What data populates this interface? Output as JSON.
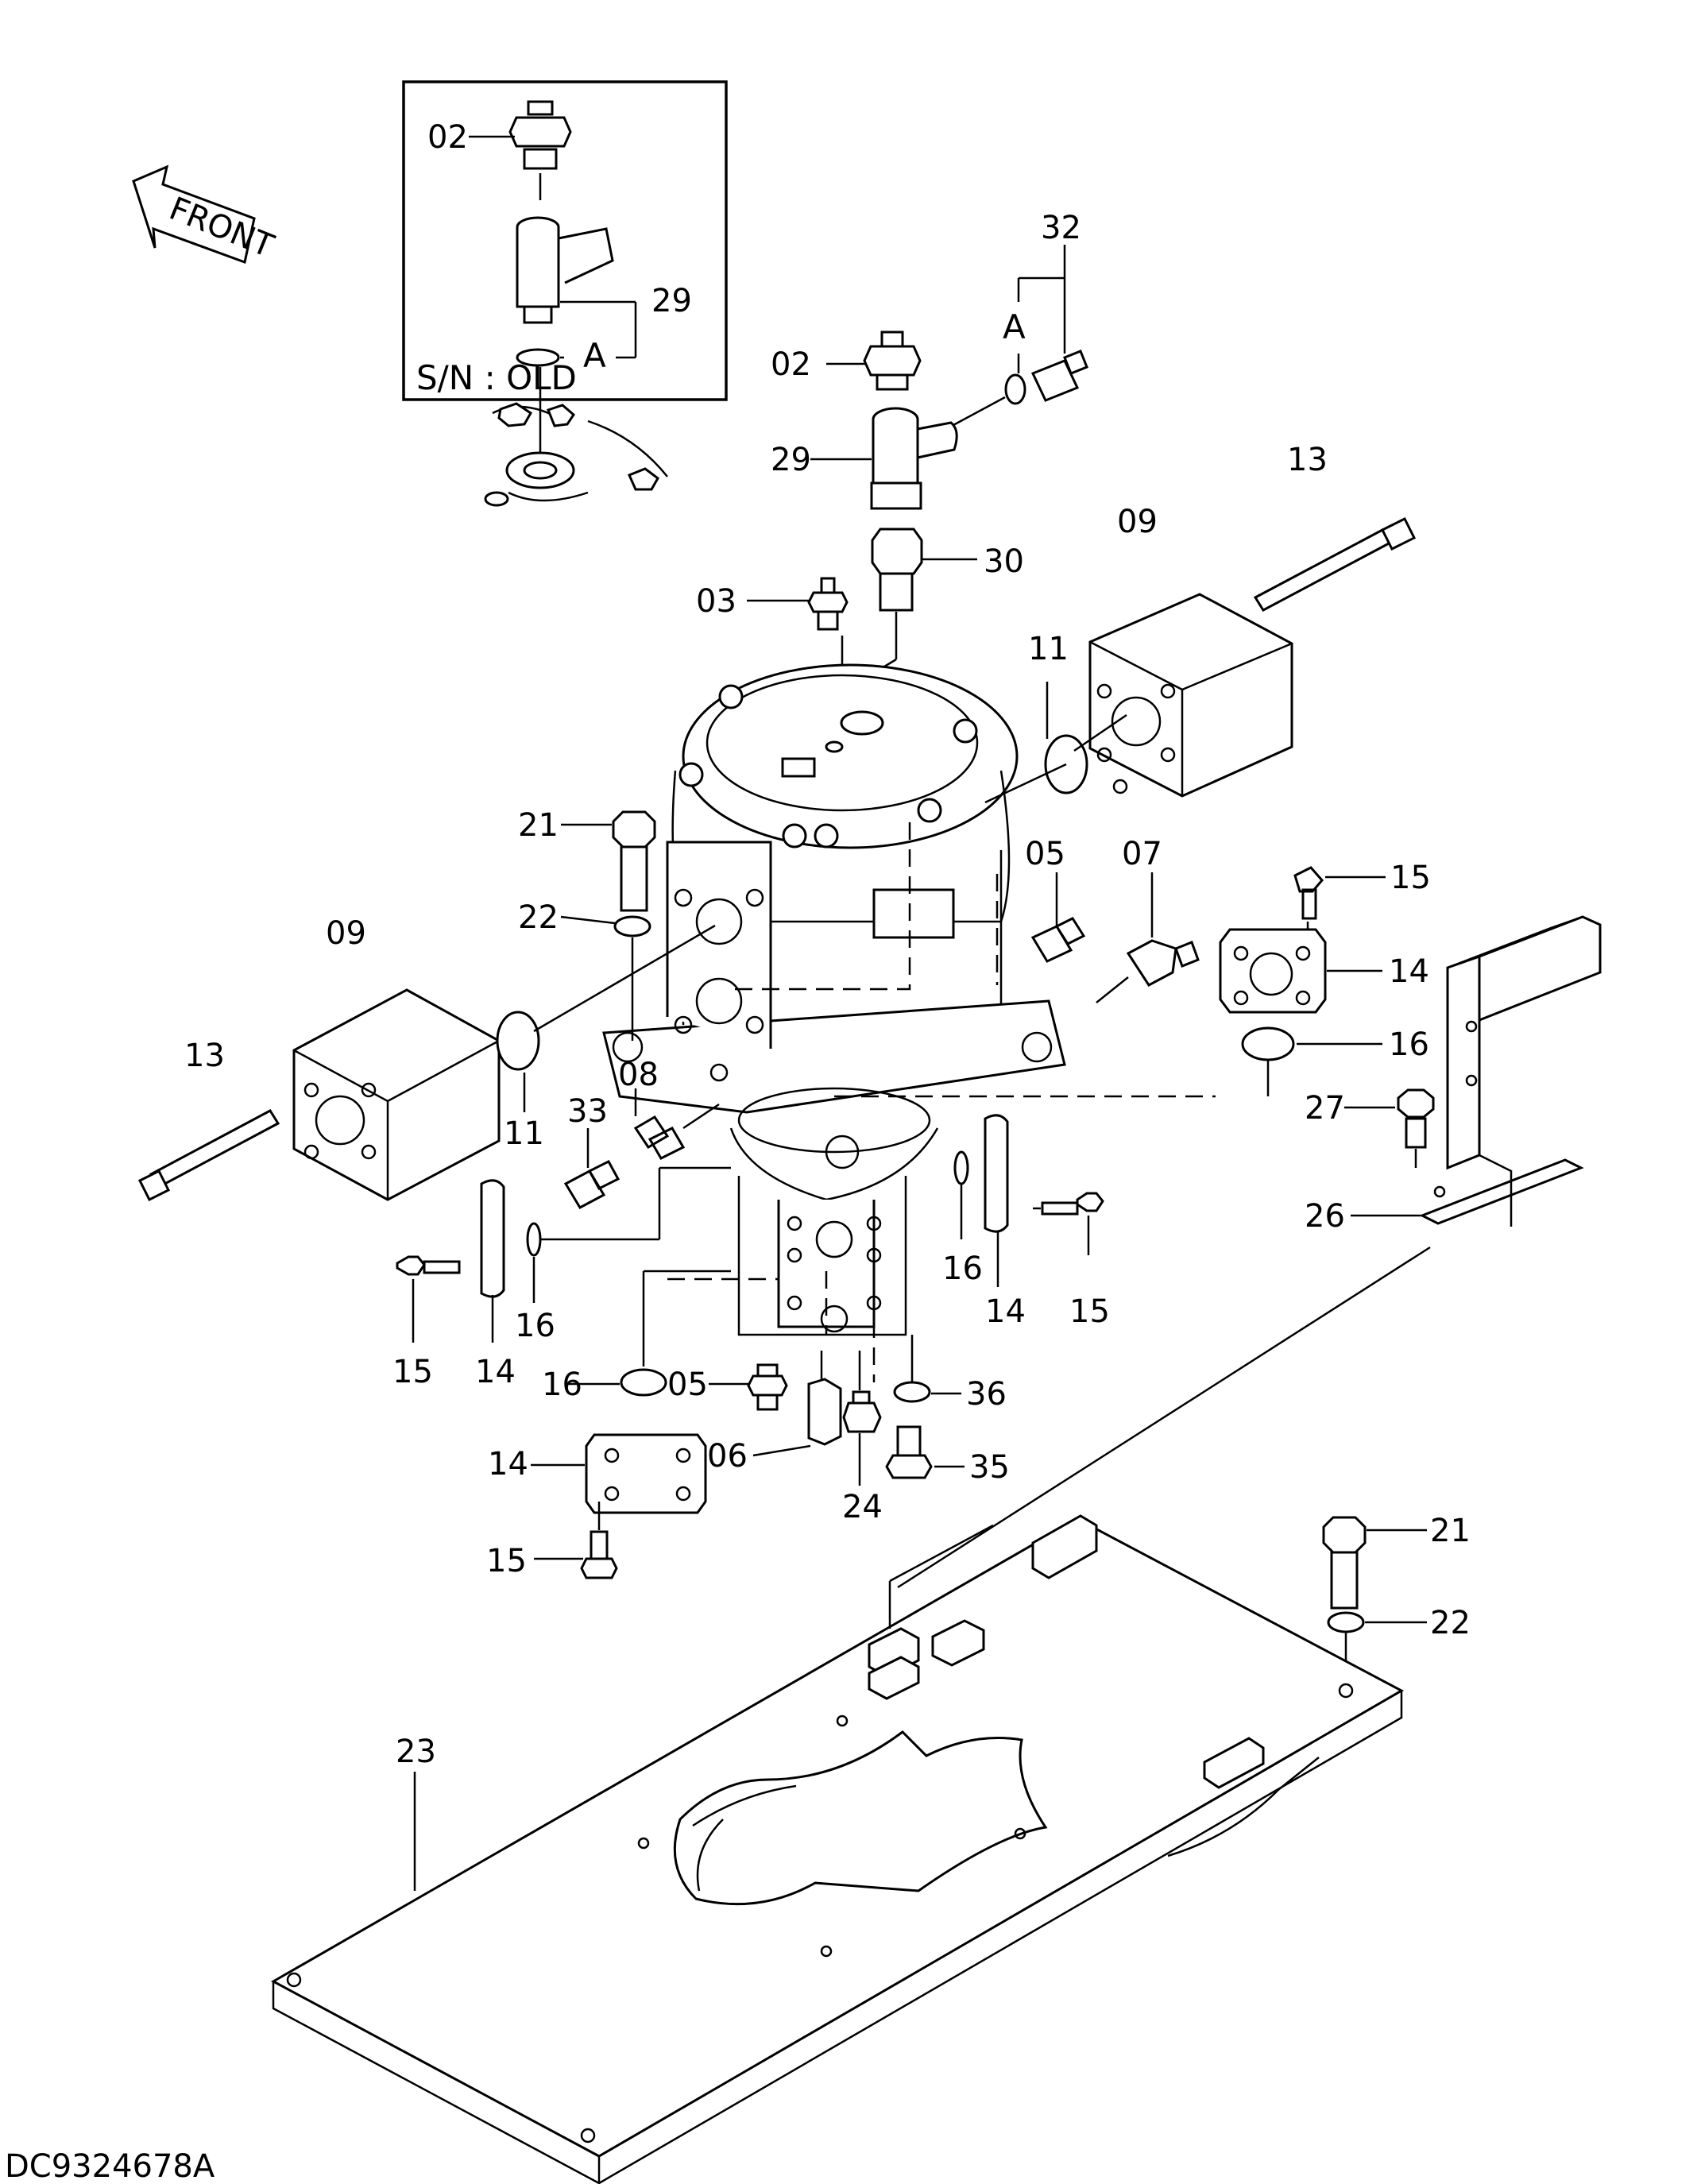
{
  "figure": {
    "code": "DC9324678A",
    "front_label": "FRONT",
    "inset_label": "S/N : OLD",
    "view_a": "A"
  },
  "callouts": [
    {
      "id": "c01",
      "text": "02"
    },
    {
      "id": "c02",
      "text": "29"
    },
    {
      "id": "c03",
      "text": "A"
    },
    {
      "id": "c04",
      "text": "32"
    },
    {
      "id": "c05",
      "text": "A"
    },
    {
      "id": "c06",
      "text": "02"
    },
    {
      "id": "c07",
      "text": "29"
    },
    {
      "id": "c08",
      "text": "30"
    },
    {
      "id": "c09",
      "text": "03"
    },
    {
      "id": "c10",
      "text": "13"
    },
    {
      "id": "c11",
      "text": "09"
    },
    {
      "id": "c12",
      "text": "11"
    },
    {
      "id": "c13",
      "text": "21"
    },
    {
      "id": "c14",
      "text": "22"
    },
    {
      "id": "c15",
      "text": "05"
    },
    {
      "id": "c16",
      "text": "07"
    },
    {
      "id": "c17",
      "text": "15"
    },
    {
      "id": "c18",
      "text": "14"
    },
    {
      "id": "c19",
      "text": "09"
    },
    {
      "id": "c20",
      "text": "16"
    },
    {
      "id": "c21",
      "text": "13"
    },
    {
      "id": "c22",
      "text": "11"
    },
    {
      "id": "c23",
      "text": "08"
    },
    {
      "id": "c24",
      "text": "33"
    },
    {
      "id": "c25",
      "text": "27"
    },
    {
      "id": "c26",
      "text": "26"
    },
    {
      "id": "c27",
      "text": "16"
    },
    {
      "id": "c28",
      "text": "14"
    },
    {
      "id": "c29",
      "text": "15"
    },
    {
      "id": "c30",
      "text": "16"
    },
    {
      "id": "c31",
      "text": "15"
    },
    {
      "id": "c32",
      "text": "14"
    },
    {
      "id": "c33",
      "text": "16"
    },
    {
      "id": "c34",
      "text": "05"
    },
    {
      "id": "c35",
      "text": "36"
    },
    {
      "id": "c36",
      "text": "14"
    },
    {
      "id": "c37",
      "text": "06"
    },
    {
      "id": "c38",
      "text": "35"
    },
    {
      "id": "c39",
      "text": "24"
    },
    {
      "id": "c40",
      "text": "15"
    },
    {
      "id": "c41",
      "text": "21"
    },
    {
      "id": "c42",
      "text": "22"
    },
    {
      "id": "c43",
      "text": "23"
    }
  ]
}
